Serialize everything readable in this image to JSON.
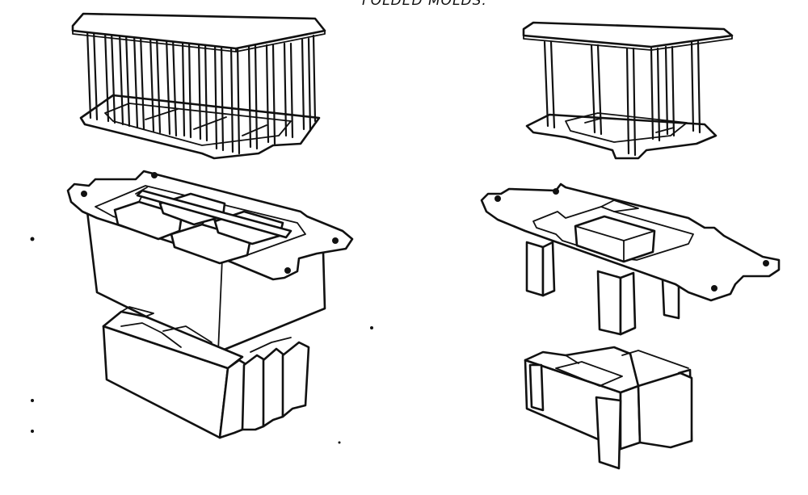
{
  "caption": "FOLDED MOLDS.",
  "figures": [
    {
      "name": "large-multi-cell-block-mold",
      "parts": [
        "top-press-with-plungers",
        "mold-box-with-flange",
        "molded-slotted-block"
      ]
    },
    {
      "name": "small-single-cell-block-mold",
      "parts": [
        "top-press-with-plungers",
        "mold-plate-with-flange",
        "molded-hollow-block"
      ]
    }
  ]
}
